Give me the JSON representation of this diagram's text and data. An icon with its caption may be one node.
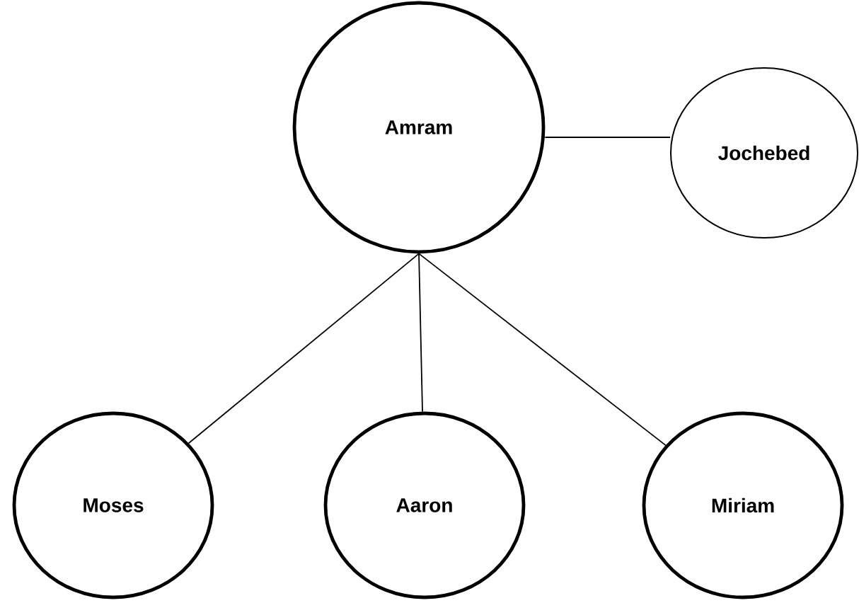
{
  "diagram": {
    "nodes": [
      {
        "text": [
          "Amram"
        ]
      },
      {
        "text": [
          "Jochebed"
        ]
      },
      {
        "text": [
          "Moses"
        ]
      },
      {
        "text": [
          "Aaron"
        ]
      },
      {
        "text": [
          "Miriam"
        ]
      }
    ],
    "edges": [
      {
        "from": 0,
        "to": 1,
        "arrow": "none"
      },
      {
        "from": 0,
        "to": 2,
        "arrow": "none"
      },
      {
        "from": 0,
        "to": 3,
        "arrow": "none"
      },
      {
        "from": 0,
        "to": 4,
        "arrow": "none"
      }
    ]
  }
}
